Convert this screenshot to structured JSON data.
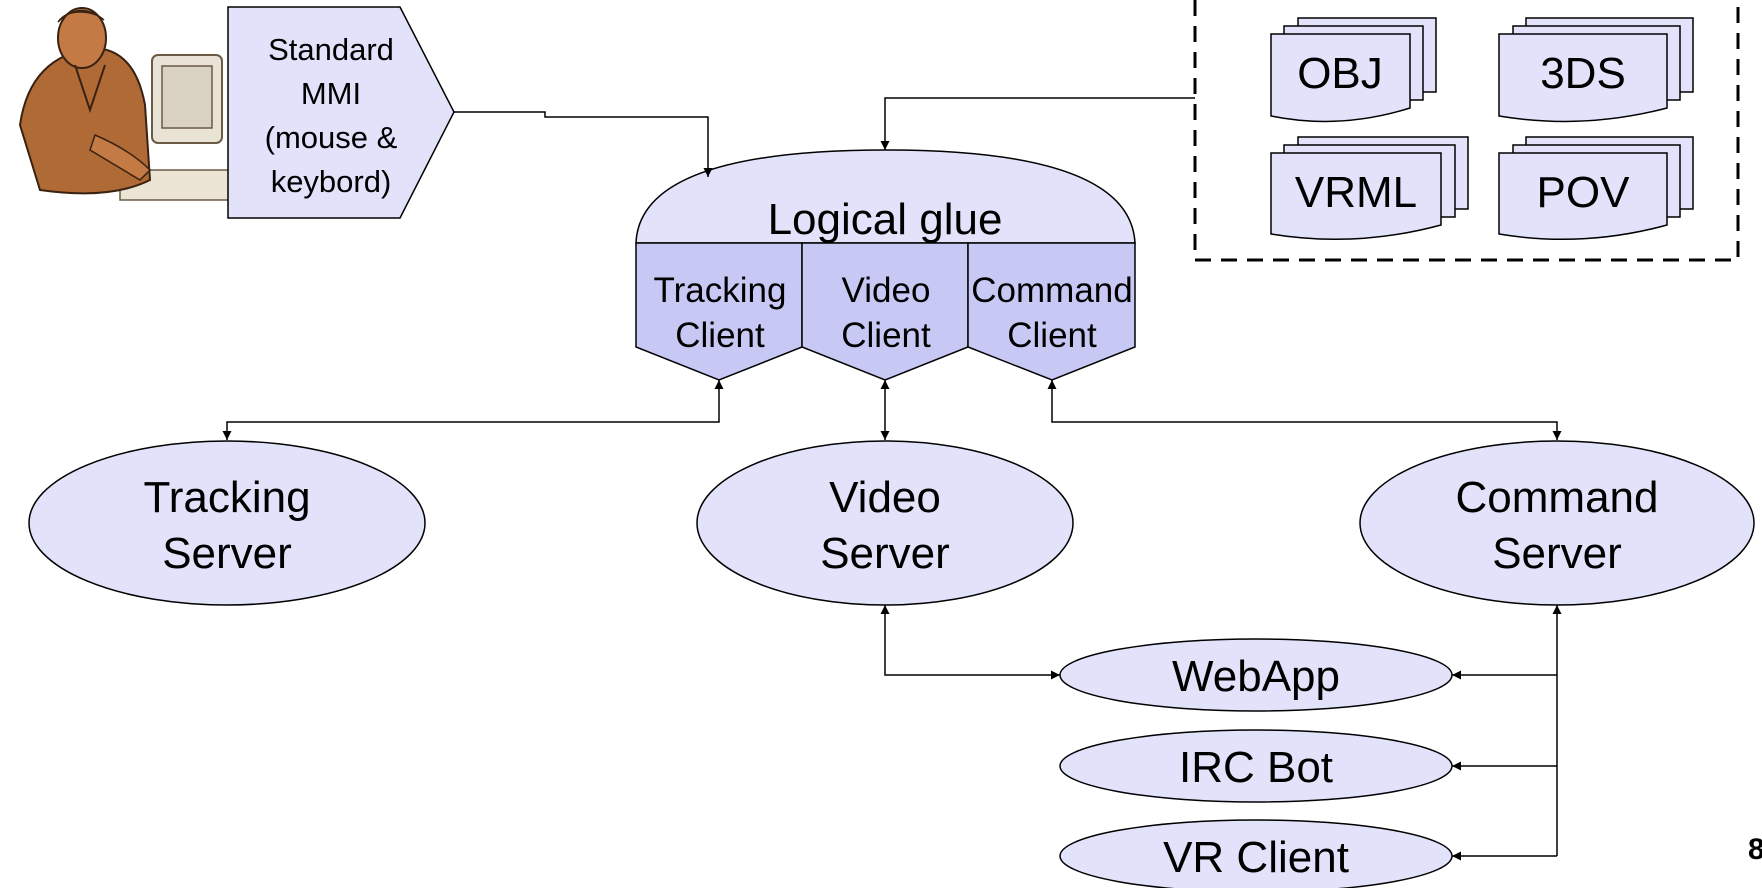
{
  "colors": {
    "node_fill": "#e2e2fa",
    "client_fill": "#c8c8f5",
    "stroke": "#000000"
  },
  "mmi": {
    "line1": "Standard",
    "line2": "MMI",
    "line3": "(mouse &",
    "line4": "keybord)"
  },
  "user_figure": "user-at-computer-illustration",
  "logical_glue": {
    "title": "Logical glue",
    "clients": [
      {
        "line1": "Tracking",
        "line2": "Client"
      },
      {
        "line1": "Video",
        "line2": "Client"
      },
      {
        "line1": "Command",
        "line2": "Client"
      }
    ]
  },
  "formats": [
    "OBJ",
    "3DS",
    "VRML",
    "POV"
  ],
  "servers": [
    {
      "line1": "Tracking",
      "line2": "Server"
    },
    {
      "line1": "Video",
      "line2": "Server"
    },
    {
      "line1": "Command",
      "line2": "Server"
    }
  ],
  "apps": [
    "WebApp",
    "IRC Bot",
    "VR Client"
  ],
  "page_number": "8"
}
